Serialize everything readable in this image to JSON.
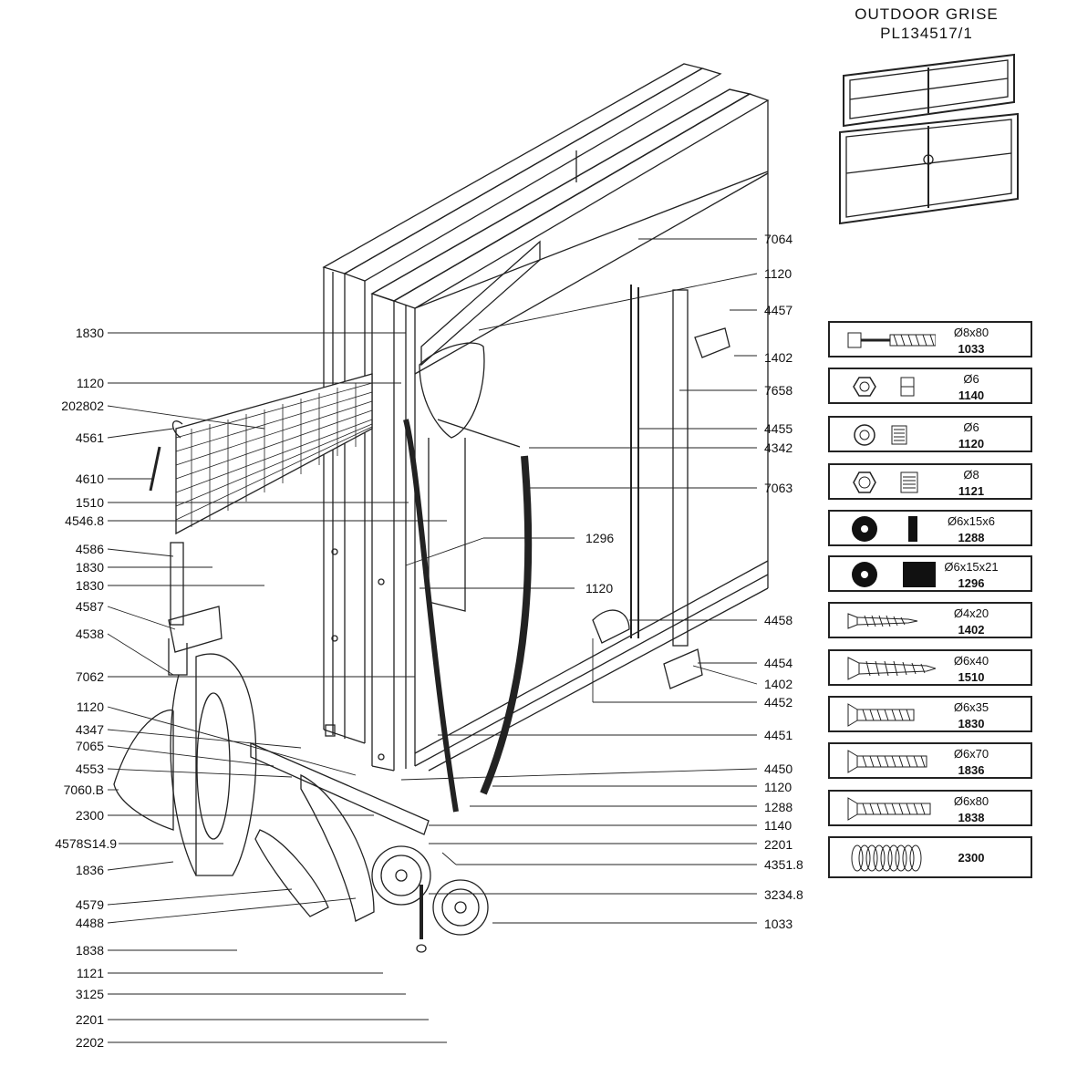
{
  "header": {
    "line1": "OUTDOOR  GRISE",
    "line2": "PL134517/1"
  },
  "left_labels": [
    "1830",
    "1120",
    "202802",
    "4561",
    "4610",
    "1510",
    "4546.8",
    "4586",
    "1830",
    "1830",
    "4587",
    "4538",
    "7062",
    "1120",
    "4347",
    "7065",
    "4553",
    "7060.B",
    "2300",
    "4578S14.9",
    "1836",
    "4579",
    "4488",
    "1838",
    "1121",
    "3125",
    "2201",
    "2202"
  ],
  "right_labels": [
    "7064",
    "1120",
    "4457",
    "1402",
    "7658",
    "4455",
    "4342",
    "7063",
    "1296",
    "1120",
    "4458",
    "4454",
    "1402",
    "4452",
    "4451",
    "4450",
    "1120",
    "1288",
    "1140",
    "2201",
    "4351.8",
    "3234.8",
    "1033"
  ],
  "hardware": [
    {
      "dim": "Ø8x80",
      "code": "1033",
      "icon": "bolt-icon"
    },
    {
      "dim": "Ø6",
      "code": "1140",
      "icon": "nut-icon"
    },
    {
      "dim": "Ø6",
      "code": "1120",
      "icon": "lock-nut-icon"
    },
    {
      "dim": "Ø8",
      "code": "1121",
      "icon": "lock-nut-icon"
    },
    {
      "dim": "Ø6x15x6",
      "code": "1288",
      "icon": "washer-icon"
    },
    {
      "dim": "Ø6x15x21",
      "code": "1296",
      "icon": "spacer-icon"
    },
    {
      "dim": "Ø4x20",
      "code": "1402",
      "icon": "wood-screw-icon"
    },
    {
      "dim": "Ø6x40",
      "code": "1510",
      "icon": "wood-screw-icon"
    },
    {
      "dim": "Ø6x35",
      "code": "1830",
      "icon": "machine-screw-icon"
    },
    {
      "dim": "Ø6x70",
      "code": "1836",
      "icon": "machine-screw-icon"
    },
    {
      "dim": "Ø6x80",
      "code": "1838",
      "icon": "machine-screw-icon"
    },
    {
      "dim": "",
      "code": "2300",
      "icon": "spring-icon"
    }
  ]
}
